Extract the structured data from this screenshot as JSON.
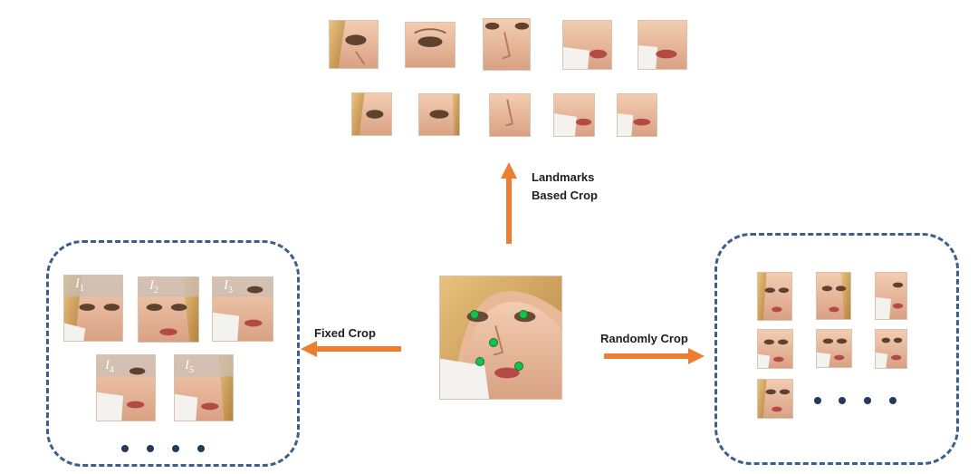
{
  "labels": {
    "landmarks_line1": "Landmarks",
    "landmarks_line2": "Based Crop",
    "fixed_crop": "Fixed Crop",
    "randomly_crop": "Randomly Crop"
  },
  "fixed_crop_subimages": [
    {
      "symbol": "I",
      "index": "1"
    },
    {
      "symbol": "I",
      "index": "2"
    },
    {
      "symbol": "I",
      "index": "3"
    },
    {
      "symbol": "I",
      "index": "4"
    },
    {
      "symbol": "I",
      "index": "5"
    }
  ],
  "colors": {
    "arrow": "#ed7d31",
    "panel_border": "#3b5f8a",
    "landmark_point": "#17c14a",
    "ellipsis_dot": "#243a5c"
  },
  "icons": {
    "face_crop": "face-crop-image",
    "landmark": "landmark-point",
    "ellipsis": "ellipsis-dots"
  }
}
